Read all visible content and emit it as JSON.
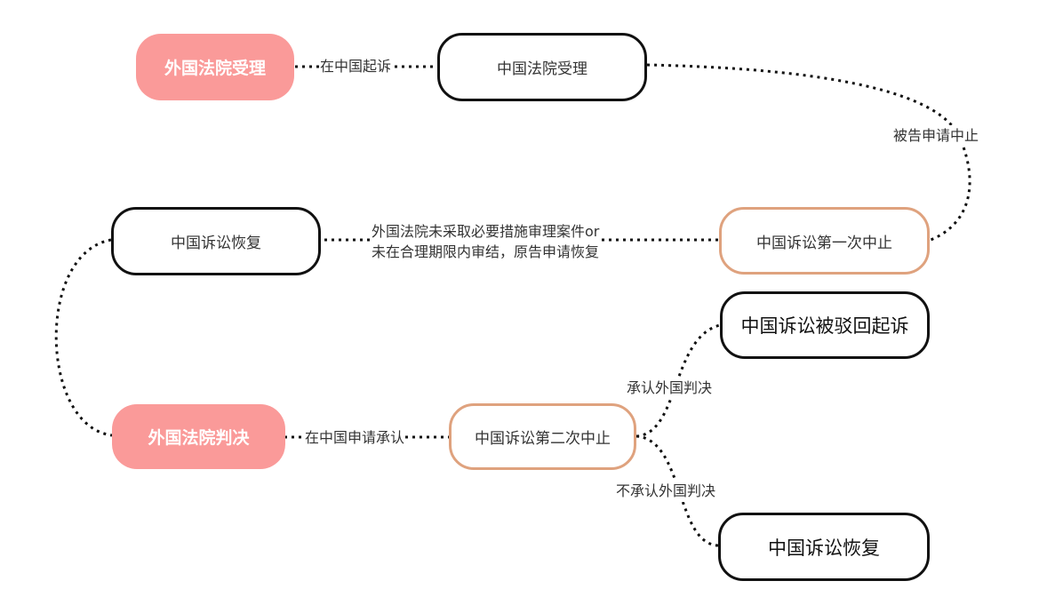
{
  "colors": {
    "accent_pink": "#fa9a99",
    "suspend_border": "#dfa27e",
    "border": "#111111"
  },
  "nodes": {
    "foreign_accept": "外国法院受理",
    "china_accept": "中国法院受理",
    "first_suspend": "中国诉讼第一次中止",
    "resume_1": "中国诉讼恢复",
    "foreign_judgment": "外国法院判决",
    "second_suspend": "中国诉讼第二次中止",
    "dismissed": "中国诉讼被驳回起诉",
    "resume_2": "中国诉讼恢复"
  },
  "edges": {
    "sue_in_china": "在中国起诉",
    "defendant_apply_suspend": "被告申请中止",
    "resume_reason_line1": "外国法院未采取必要措施审理案件or",
    "resume_reason_line2": "未在合理期限内审结，原告申请恢复",
    "apply_recognition": "在中国申请承认",
    "recognized": "承认外国判决",
    "not_recognized": "不承认外国判决"
  }
}
